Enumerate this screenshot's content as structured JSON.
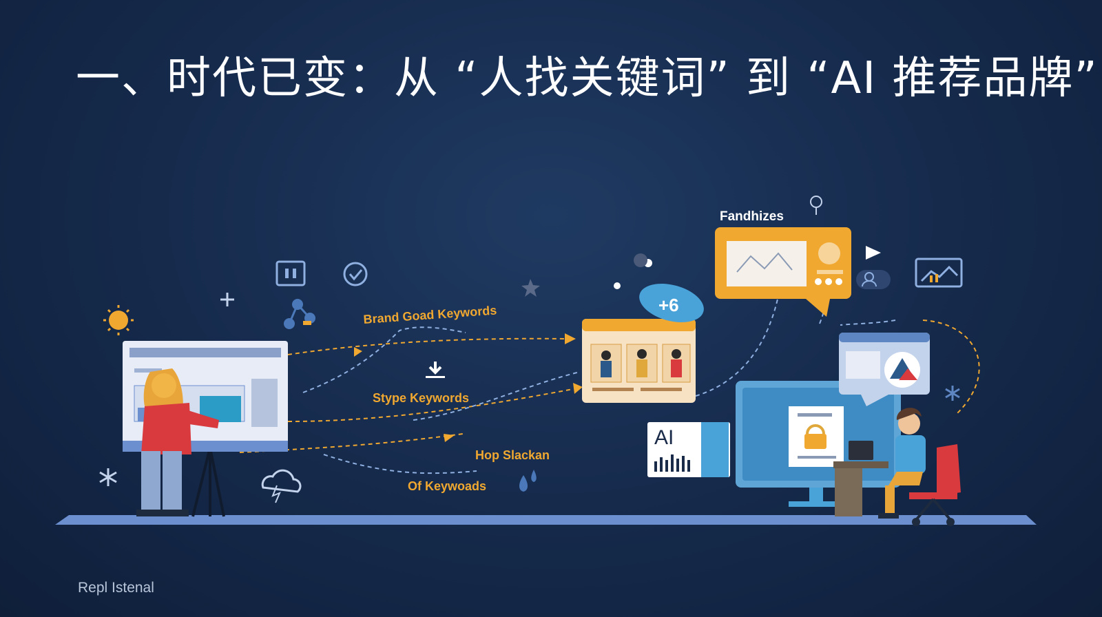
{
  "slide": {
    "title": "一、时代已变：从 “人找关键词” 到 “AI 推荐品牌”",
    "footer": "Repl Istenal"
  },
  "illustration": {
    "labels": {
      "brand_goad_keywords": "Brand Goad Keywords",
      "stype_keywords": "Stype Keywords",
      "hop_slackan": "Hop Slackan",
      "of_keywoads": "Of Keywoads",
      "fandhizes": "Fandhizes"
    },
    "ai_card_text": "AI",
    "colors": {
      "background": "#15294a",
      "accent_orange": "#f0a830",
      "accent_blue": "#4aa3d8",
      "accent_red": "#d83a3e",
      "floor": "#6c8fd0"
    },
    "icons": [
      "sun-icon",
      "plus-icon",
      "pause-icon",
      "check-badge-icon",
      "share-icon",
      "download-icon",
      "cloud-icon",
      "water-drop-icon",
      "lightbulb-icon",
      "play-icon",
      "users-icon",
      "chart-icon",
      "star-icon",
      "snowflake-icon",
      "lock-icon"
    ]
  }
}
